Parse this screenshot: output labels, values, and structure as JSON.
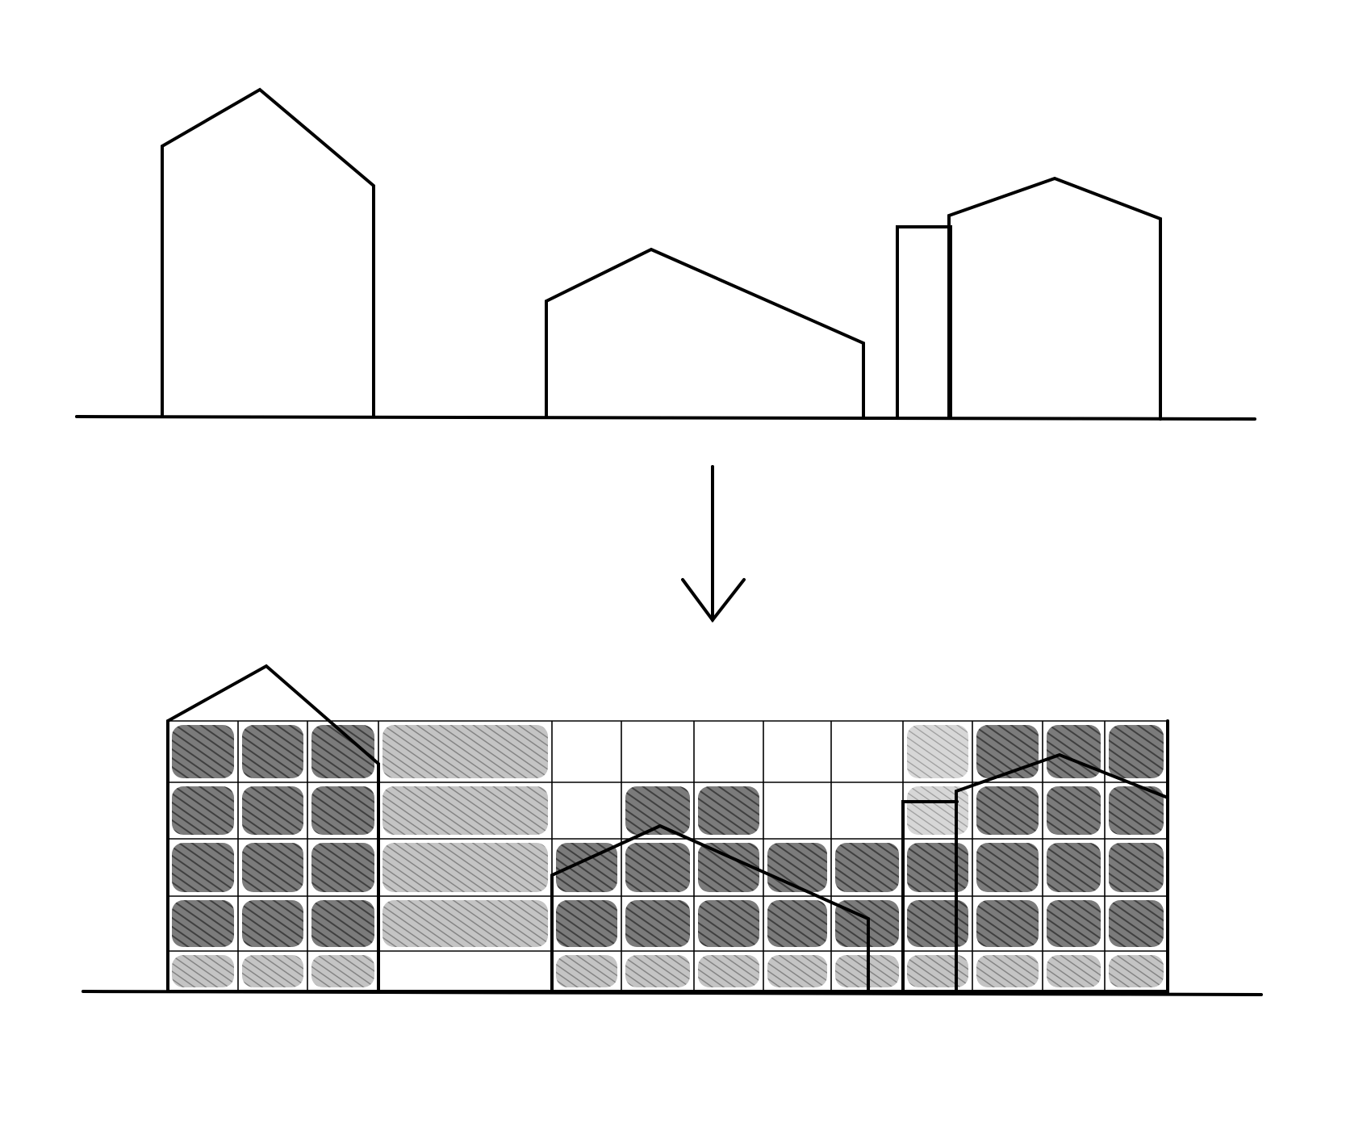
{
  "diagram": {
    "type": "concept-sketch",
    "before": {
      "buildings": [
        {
          "id": "tall-gable",
          "roof": "asymmetric-gable"
        },
        {
          "id": "low-gable",
          "roof": "asymmetric-gable"
        },
        {
          "id": "side-tower",
          "roof": "flat"
        },
        {
          "id": "right-gable",
          "roof": "asymmetric-gable"
        }
      ]
    },
    "arrow": {
      "direction": "down"
    },
    "after": {
      "grid": {
        "rows": 5,
        "columns": 14
      },
      "hatch_tones": {
        "dark": "#555555",
        "medium": "#8a8a8a",
        "light": "#a5a5a5"
      }
    },
    "colors": {
      "ink": "#000000",
      "paper": "#ffffff"
    }
  }
}
